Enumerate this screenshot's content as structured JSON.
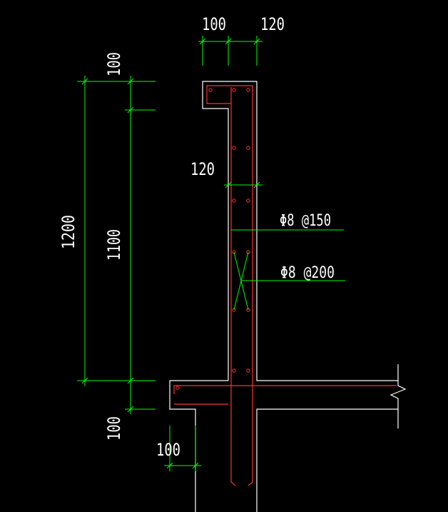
{
  "drawing": {
    "colors": {
      "background": "#000000",
      "dimension": "#00ff00",
      "outline": "#ffffff",
      "rebar": "#ff3030",
      "text": "#ffffff"
    },
    "dimensions": {
      "top_left": "100",
      "top_right": "120",
      "height_cap": "100",
      "height_total": "1200",
      "height_wall": "1100",
      "mid_width": "120",
      "bottom_step": "100",
      "bottom_width": "100"
    },
    "rebar_labels": {
      "horizontal": "Φ8 @150",
      "tie": "Φ8 @200"
    }
  }
}
